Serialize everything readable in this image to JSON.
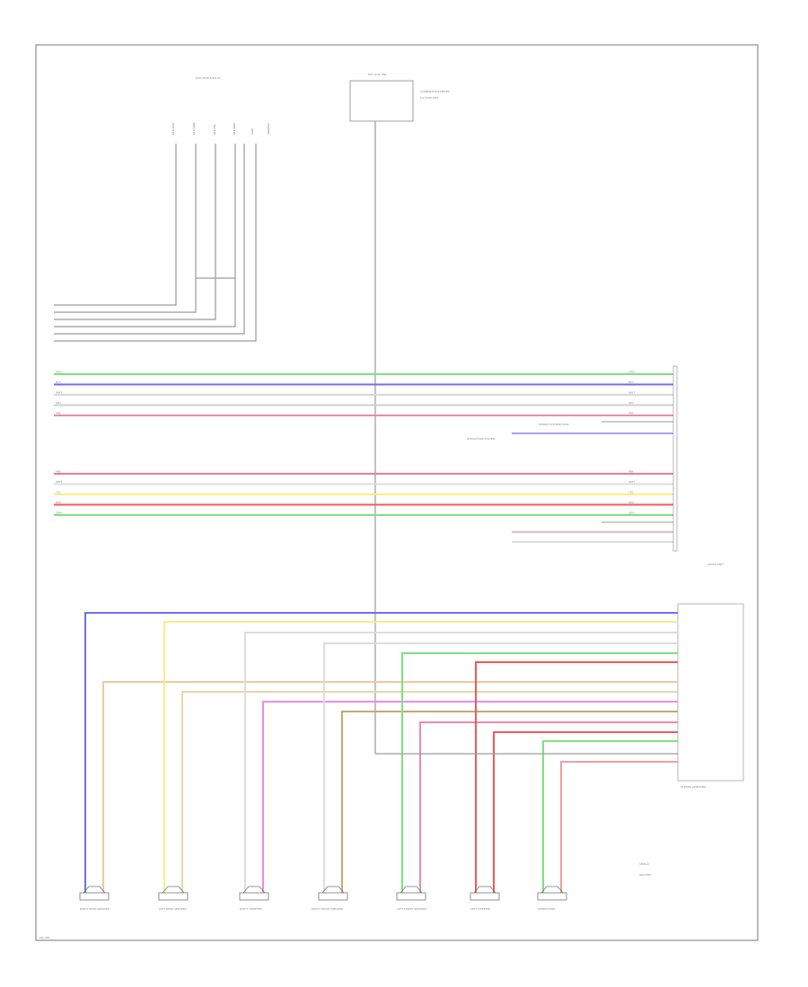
{
  "diagram": {
    "bottom_ref_label": "PJ4-084",
    "top_module": {
      "label": "W/S PJ EL PNL",
      "desc": "COMBINATION METER",
      "sub": "F/L FUSE BOX"
    },
    "junction_left_label": "JUNCTION ROW P1",
    "top_wire_labels": [
      "BLK/WHT",
      "BLK/GRN",
      "BLK/YEL",
      "BLK/RED",
      "GRN",
      "GRN/BLU"
    ],
    "rows_left": [
      {
        "label": "GRN",
        "color": "#7de37d"
      },
      {
        "label": "BLU",
        "color": "#6f6ff0"
      },
      {
        "label": "WHT",
        "color": "#d8d8d8"
      },
      {
        "label": "GRY",
        "color": "#cfcfcf"
      },
      {
        "label": "PNK",
        "color": "#f08aa8"
      }
    ],
    "rows_left_2": [
      {
        "label": "PNK",
        "color": "#f07a9a"
      },
      {
        "label": "WHT",
        "color": "#dddddd"
      },
      {
        "label": "YEL",
        "color": "#f4f08a"
      },
      {
        "label": "RED",
        "color": "#f05a5a"
      },
      {
        "label": "GRN",
        "color": "#7de37d"
      }
    ],
    "audio_unit_label": "AUDIO UNIT",
    "amp_label": "STEREO AMPLIFIER",
    "side_notes": [
      "POWER DISTRIBUTION",
      "NAVIGATION SYSTEM"
    ],
    "speakers": [
      {
        "label": "RIGHT REAR SPEAKER",
        "wire_a": "#6f6ff0",
        "wire_b": "#f5c89a"
      },
      {
        "label": "LEFT REAR SPEAKER",
        "wire_a": "#f4f08a",
        "wire_b": "#e8d8a8"
      },
      {
        "label": "RIGHT TWEETER",
        "wire_a": "#dddddd",
        "wire_b": "#f08ae8"
      },
      {
        "label": "RIGHT FRONT SPEAKER",
        "wire_a": "#dddddd",
        "wire_b": "#c8a870"
      },
      {
        "label": "LEFT FRONT SPEAKER",
        "wire_a": "#7de37d",
        "wire_b": "#f08aa8"
      },
      {
        "label": "LEFT TWEETER",
        "wire_a": "#f05a5a",
        "wire_b": "#f05a5a"
      },
      {
        "label": "SUBWOOFER",
        "wire_a": "#7de37d",
        "wire_b": "#f0a0a0"
      }
    ],
    "legend": [
      "SHIELD",
      "GROUND"
    ]
  }
}
